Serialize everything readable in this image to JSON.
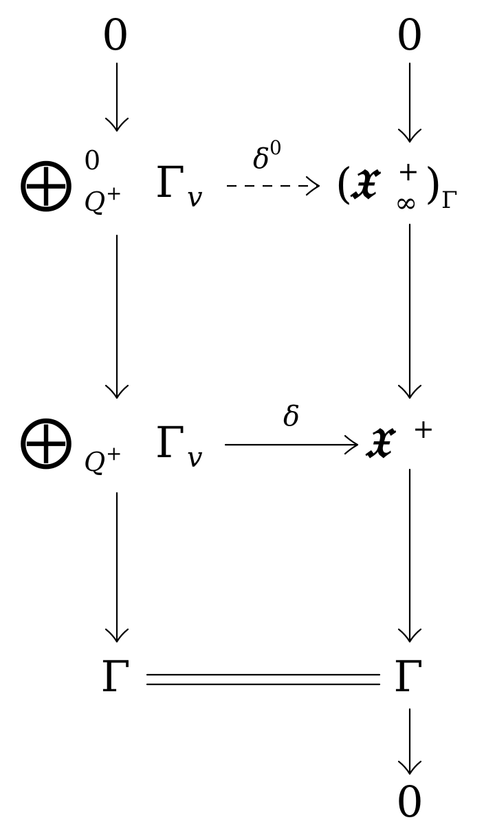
{
  "nodes": {
    "top_left": {
      "text": "0"
    },
    "top_right": {
      "text": "0"
    },
    "r1_left": {
      "big_op": "⨁",
      "sup": "0",
      "sub_base": "Q",
      "sub_sup": "+",
      "gamma": "Γ",
      "gamma_sub": "v"
    },
    "r1_right": {
      "open_paren": "(",
      "frak": "𝔛",
      "sup": "+",
      "sub": "∞",
      "close_paren": ")",
      "outer_sub": "Γ"
    },
    "r2_left": {
      "big_op": "⨁",
      "sub_base": "Q",
      "sub_sup": "+",
      "gamma": "Γ",
      "gamma_sub": "v"
    },
    "r2_right": {
      "frak": "𝔛",
      "sup": "+"
    },
    "r3_left": {
      "text": "Γ"
    },
    "r3_right": {
      "text": "Γ"
    },
    "bottom_right": {
      "text": "0"
    }
  },
  "arrows": {
    "delta0": {
      "symbol": "δ",
      "sup": "0",
      "style": "dashed"
    },
    "delta": {
      "symbol": "δ",
      "style": "solid"
    },
    "equality": {
      "style": "double"
    }
  }
}
